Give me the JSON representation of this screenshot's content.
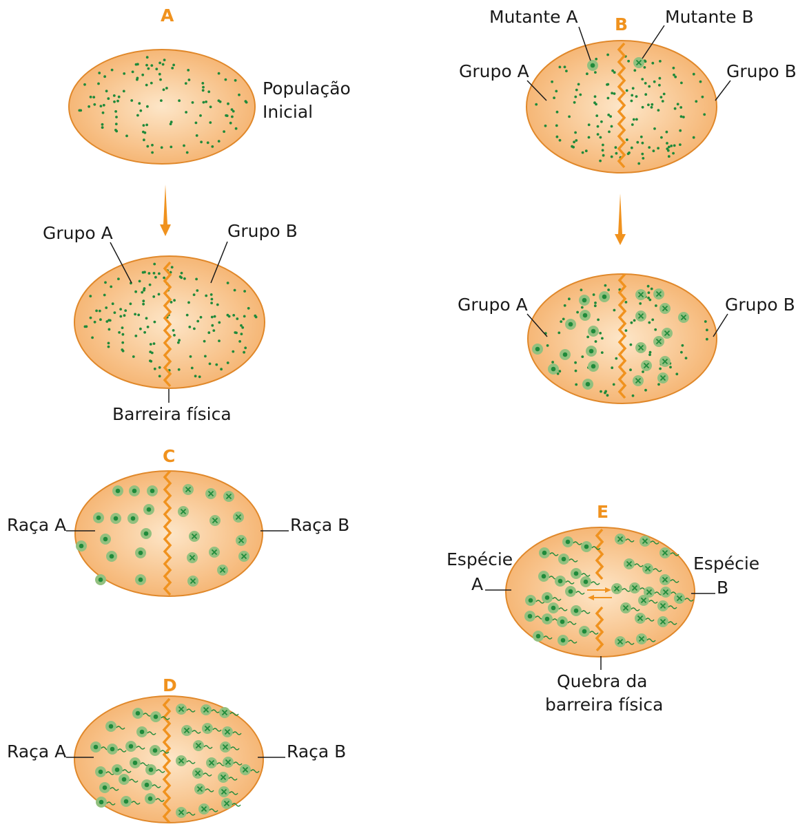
{
  "colors": {
    "accent": "#f0921e",
    "ellipse_center": "#fde6c8",
    "ellipse_edge": "#f5b26e",
    "ellipse_stroke": "#e0882a",
    "dot": "#1f8a3a",
    "cell": "#92c07f",
    "text": "#1a1a1a"
  },
  "panels": {
    "A": {
      "title": "A",
      "label_line1": "População",
      "label_line2": "Inicial"
    },
    "A2": {
      "group_a": "Grupo A",
      "group_b": "Grupo B",
      "barrier": "Barreira física"
    },
    "B": {
      "title": "B",
      "mutant_a": "Mutante A",
      "mutant_b": "Mutante B",
      "group_a": "Grupo A",
      "group_b": "Grupo B"
    },
    "B2": {
      "group_a": "Grupo A",
      "group_b": "Grupo B"
    },
    "C": {
      "title": "C",
      "race_a": "Raça A",
      "race_b": "Raça B"
    },
    "D": {
      "title": "D",
      "race_a": "Raça A",
      "race_b": "Raça B"
    },
    "E": {
      "title": "E",
      "species_a_line1": "Espécie",
      "species_a_line2": "A",
      "species_b_line1": "Espécie",
      "species_b_line2": "B",
      "break_line1": "Quebra da",
      "break_line2": "barreira física"
    }
  }
}
